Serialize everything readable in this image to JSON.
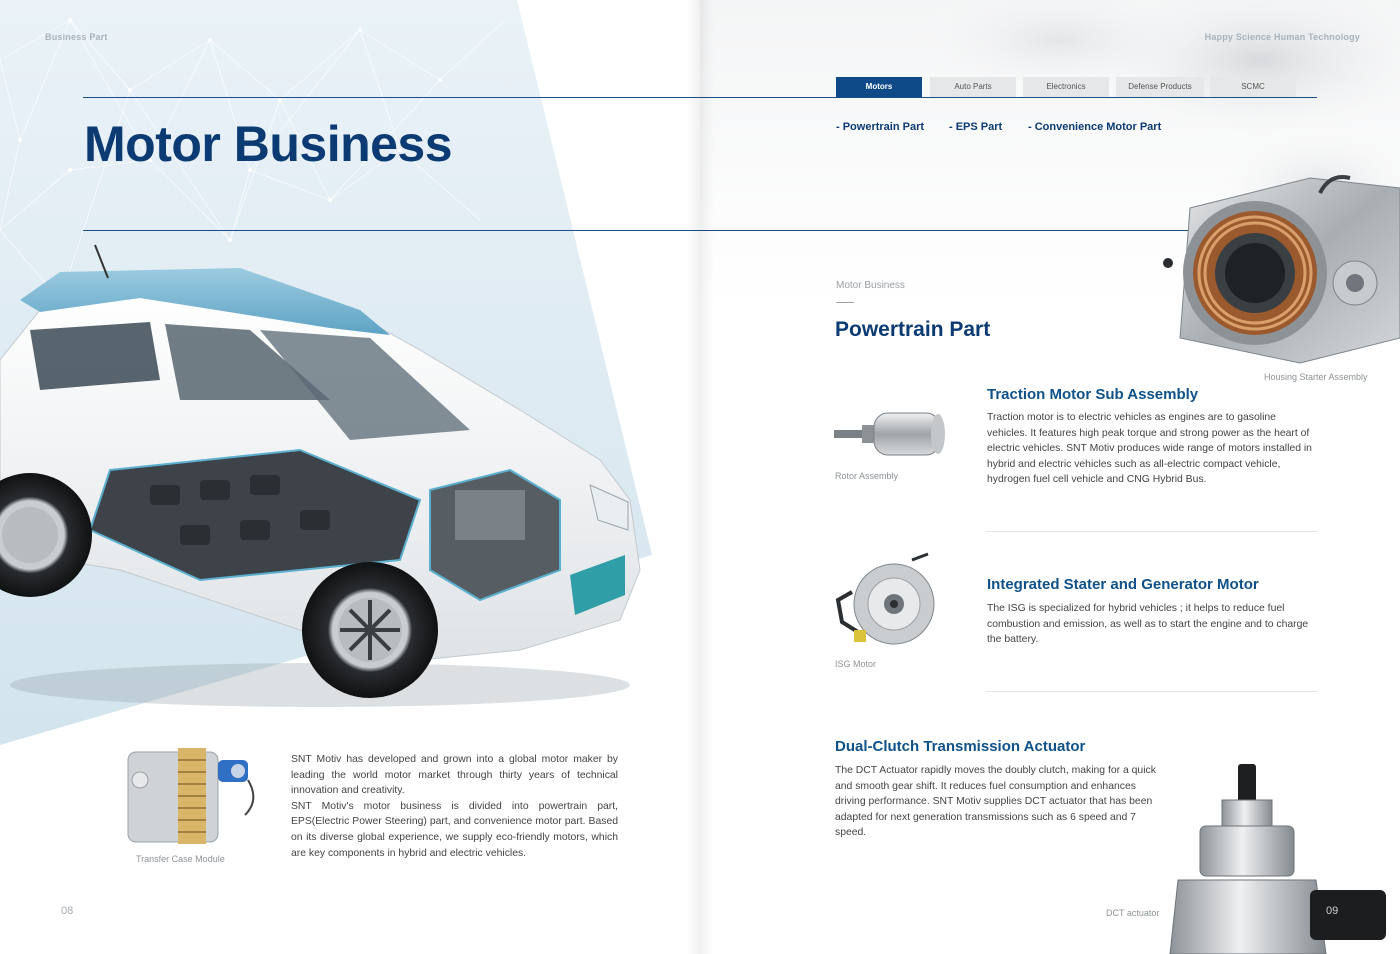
{
  "header": {
    "left_running": "Business Part",
    "right_running": "Happy Science Human Technology"
  },
  "left_page": {
    "title": "Motor Business",
    "transfer_caption": "Transfer Case Module",
    "intro_paragraph_1": "SNT Motiv has developed and grown into a global motor maker by leading the world motor market through thirty years of technical innovation and creativity.",
    "intro_paragraph_2": "SNT Motiv's motor business is divided into powertrain part, EPS(Electric Power Steering) part, and convenience motor part. Based on its diverse global experience, we supply eco-friendly motors, which are key components in hybrid and electric vehicles.",
    "page_number": "08"
  },
  "tabs": [
    {
      "label": "Motors",
      "active": true
    },
    {
      "label": "Auto Parts",
      "active": false
    },
    {
      "label": "Electronics",
      "active": false
    },
    {
      "label": "Defense Products",
      "active": false
    },
    {
      "label": "SCMC",
      "active": false
    }
  ],
  "sublinks": [
    {
      "label": "- Powertrain Part"
    },
    {
      "label": "- EPS Part"
    },
    {
      "label": "- Convenience Motor Part"
    }
  ],
  "right_page": {
    "eyebrow": "Motor Business",
    "section_title": "Powertrain Part",
    "housing_caption": "Housing Starter Assembly",
    "items": [
      {
        "heading": "Traction Motor Sub Assembly",
        "caption": "Rotor Assembly",
        "text": "Traction motor is to electric vehicles as engines are to gasoline vehicles. It features high peak torque and strong power as the heart of electric vehicles. SNT Motiv produces wide range of motors installed in hybrid and electric vehicles such as all-electric compact vehicle, hydrogen fuel cell vehicle and CNG Hybrid Bus."
      },
      {
        "heading": "Integrated Stater and Generator Motor",
        "caption": "ISG Motor",
        "text": "The ISG is specialized for hybrid vehicles ; it helps to reduce fuel combustion and emission, as well as to start the engine and to charge the battery."
      },
      {
        "heading": "Dual-Clutch Transmission Actuator",
        "caption": "DCT actuator",
        "text": "The DCT Actuator rapidly moves the doubly clutch, making for a quick and smooth gear shift. It reduces fuel consumption and enhances driving performance. SNT Motiv supplies DCT actuator that has been adapted for next generation transmissions such as 6 speed and 7 speed."
      }
    ],
    "page_number": "09"
  },
  "colors": {
    "brand_navy": "#0c3b73",
    "accent_blue": "#0f5289",
    "tab_active": "#0e4a88",
    "light_panel": "#dce9f1"
  }
}
